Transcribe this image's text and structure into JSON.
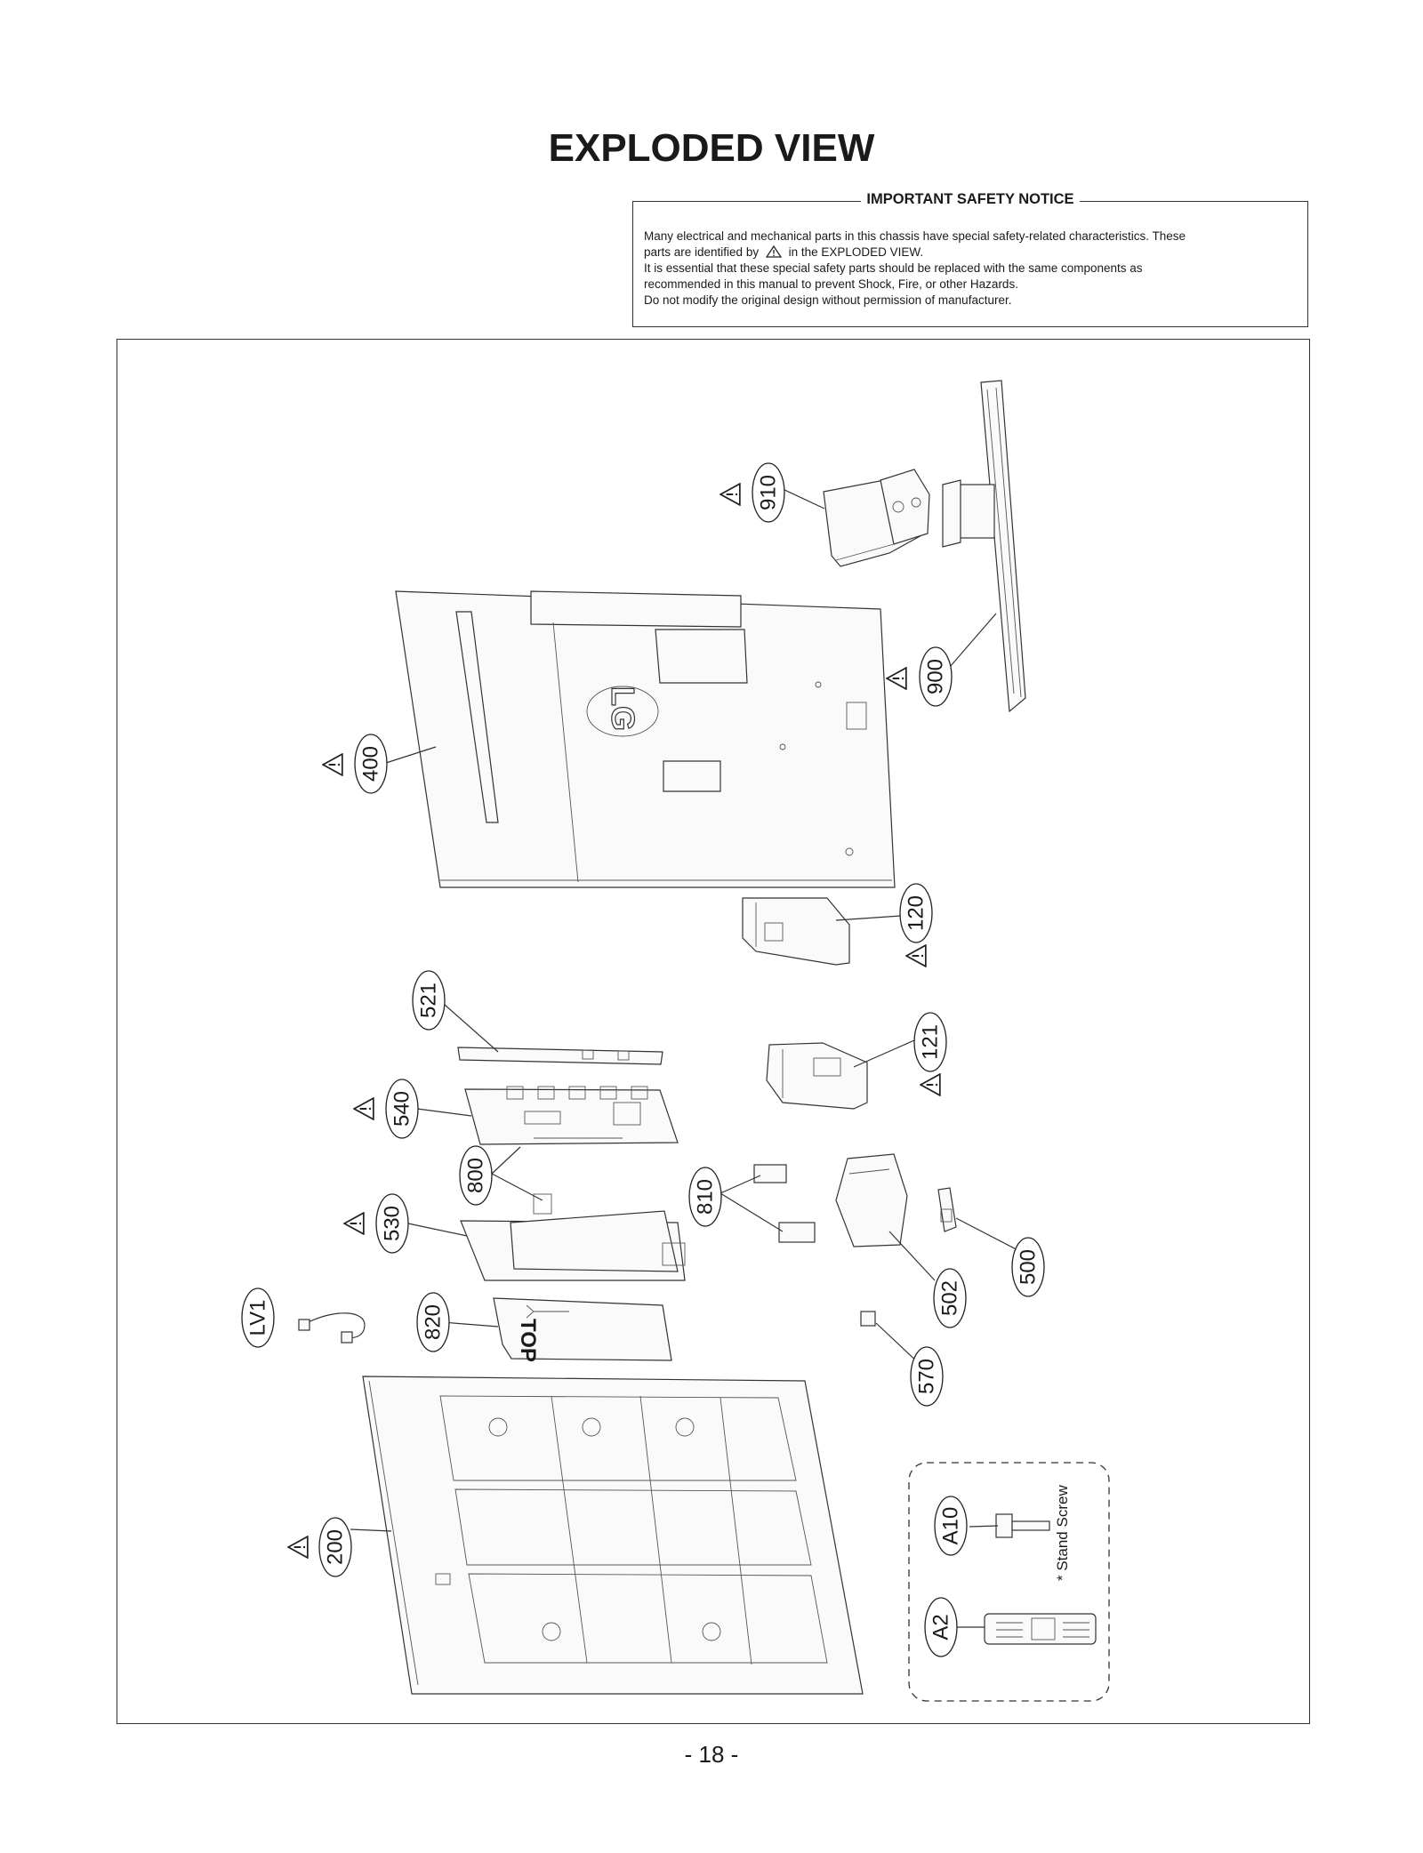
{
  "page": {
    "title": "EXPLODED VIEW",
    "number": "- 18 -"
  },
  "safety_notice": {
    "heading": "IMPORTANT SAFETY NOTICE",
    "lines": [
      "Many electrical and mechanical parts in this chassis have special safety-related characteristics. These",
      "parts are identified by",
      "in the EXPLODED VIEW.",
      "It is essential that these special safety parts should be replaced with the same components as",
      "recommended in this manual to prevent Shock, Fire, or other Hazards.",
      "Do not modify the original design without permission of manufacturer."
    ],
    "symbol": "warning-triangle-icon"
  },
  "diagram": {
    "callouts": [
      {
        "id": "910",
        "safety": true
      },
      {
        "id": "900",
        "safety": true
      },
      {
        "id": "400",
        "safety": true
      },
      {
        "id": "120",
        "safety": true
      },
      {
        "id": "521",
        "safety": false
      },
      {
        "id": "121",
        "safety": true
      },
      {
        "id": "540",
        "safety": true
      },
      {
        "id": "800",
        "safety": false
      },
      {
        "id": "810",
        "safety": false
      },
      {
        "id": "530",
        "safety": true
      },
      {
        "id": "500",
        "safety": false
      },
      {
        "id": "502",
        "safety": false
      },
      {
        "id": "LV1",
        "safety": false
      },
      {
        "id": "820",
        "safety": false
      },
      {
        "id": "570",
        "safety": false
      },
      {
        "id": "200",
        "safety": true
      },
      {
        "id": "A10",
        "safety": false
      },
      {
        "id": "A2",
        "safety": false
      }
    ],
    "accessory_note": "* Stand Screw",
    "logo_text": "LG",
    "labels_on_parts": {
      "sheet_top": "TOP"
    }
  }
}
